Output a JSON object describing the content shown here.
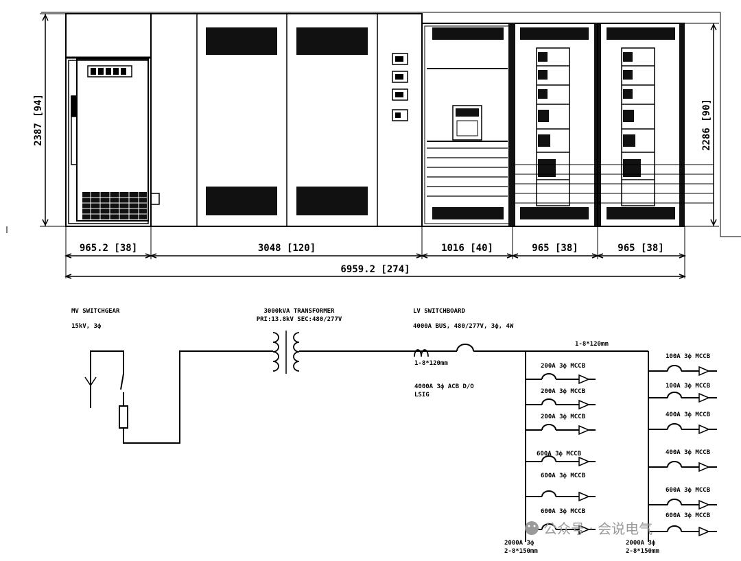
{
  "elevation": {
    "height_left": "2387 [94]",
    "height_right": "2286 [90]",
    "widths": [
      "965.2 [38]",
      "3048 [120]",
      "1016 [40]",
      "965 [38]",
      "965 [38]"
    ],
    "total_width": "6959.2 [274]"
  },
  "single_line": {
    "mv_title": "MV SWITCHGEAR",
    "mv_rating": "15kV, 3ф",
    "transformer_title": "3000kVA TRANSFORMER",
    "transformer_rating": "PRI:13.8kV SEC:480/277V",
    "lv_title": "LV SWITCHBOARD",
    "lv_rating": "4000A BUS, 480/277V, 3ф, 4W",
    "feeder_top": "1-8*120mm",
    "feeder_main": "1-8*120mm",
    "main_breaker": "4000A 3ф ACB D/O",
    "main_breaker_note": "LSIG",
    "left_breakers": [
      "200A 3ф MCCB",
      "200A 3ф MCCB",
      "200A 3ф MCCB",
      "600A 3ф MCCB",
      "600A 3ф MCCB",
      "600A 3ф MCCB",
      "2000A 3ф"
    ],
    "left_cable": "2-8*150mm",
    "right_breakers": [
      "100A 3ф MCCB",
      "100A 3ф MCCB",
      "400A 3ф MCCB",
      "400A 3ф MCCB",
      "600A 3ф MCCB",
      "600A 3ф MCCB",
      "2000A 3ф"
    ],
    "right_cable": "2-8*150mm"
  },
  "watermark": "公众号 · 会说电气"
}
